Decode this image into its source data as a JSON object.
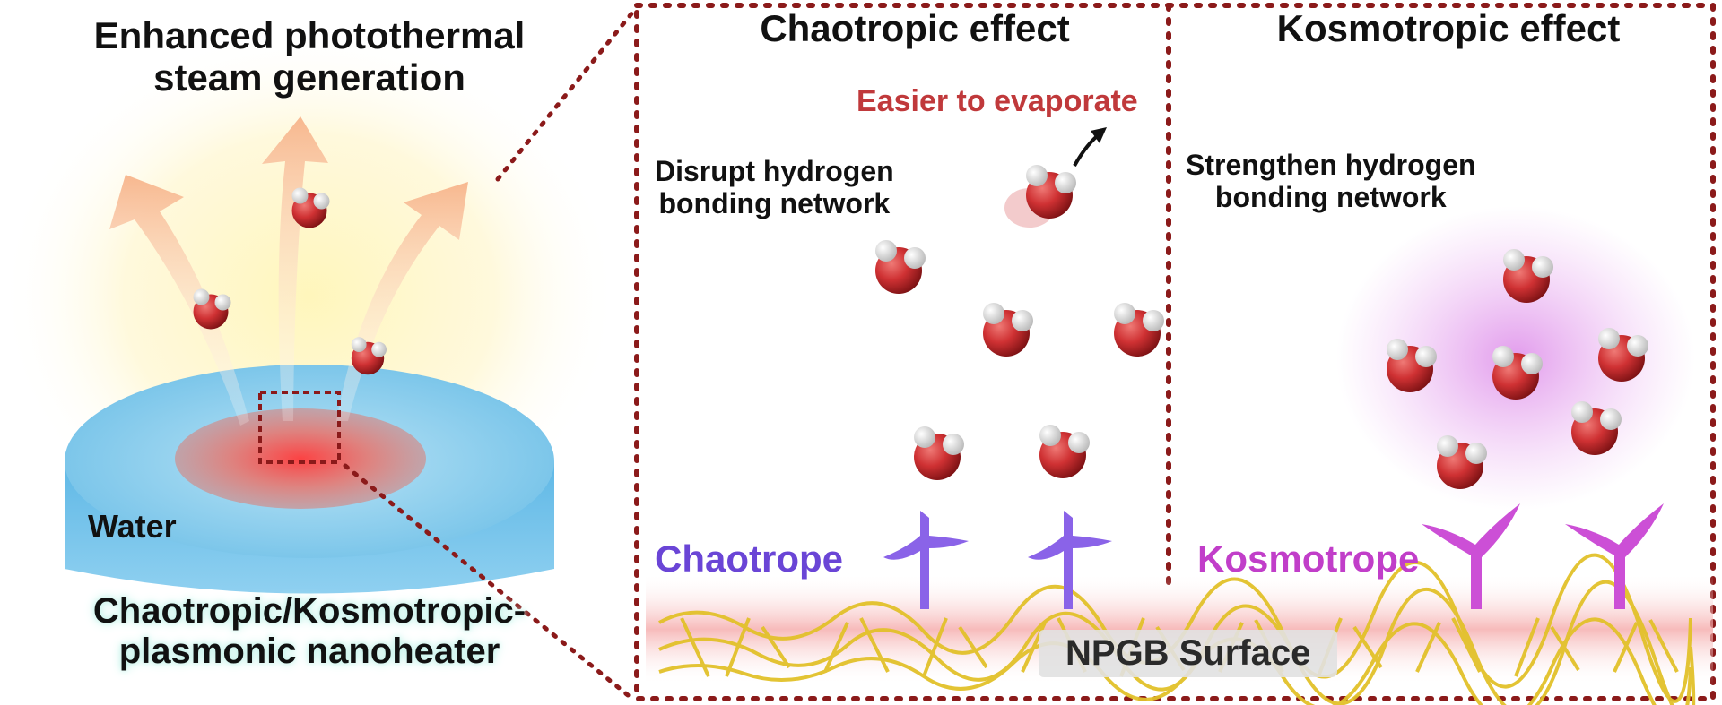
{
  "left_panel": {
    "title_line1": "Enhanced photothermal",
    "title_line2": "steam generation",
    "water_label": "Water",
    "nanoheater_line1": "Chaotropic/Kosmotropic-",
    "nanoheater_line2": "plasmonic nanoheater"
  },
  "chaotropic_panel": {
    "title": "Chaotropic effect",
    "evaporate_label": "Easier to evaporate",
    "disrupt_line1": "Disrupt hydrogen",
    "disrupt_line2": "bonding network",
    "agent_label": "Chaotrope"
  },
  "kosmotropic_panel": {
    "title": "Kosmotropic effect",
    "strengthen_line1": "Strengthen hydrogen",
    "strengthen_line2": "bonding network",
    "agent_label": "Kosmotrope"
  },
  "surface_label": "NPGB Surface",
  "colors": {
    "frame_dots": "#8b1a1a",
    "chaotrope": "#8a63e8",
    "kosmotrope": "#cc4fd6",
    "evaporate_text": "#c0393b",
    "water_blue": "#6fc3ea",
    "gold": "#e2c12a"
  }
}
